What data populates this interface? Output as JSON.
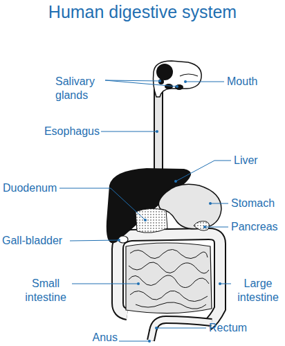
{
  "diagram": {
    "title": "Human digestive system",
    "labels": [
      "Salivary glands",
      "Mouth",
      "Esophagus",
      "Liver",
      "Duodenum",
      "Stomach",
      "Pancreas",
      "Gall-bladder",
      "Small intestine",
      "Large intestine",
      "Rectum",
      "Anus"
    ]
  }
}
